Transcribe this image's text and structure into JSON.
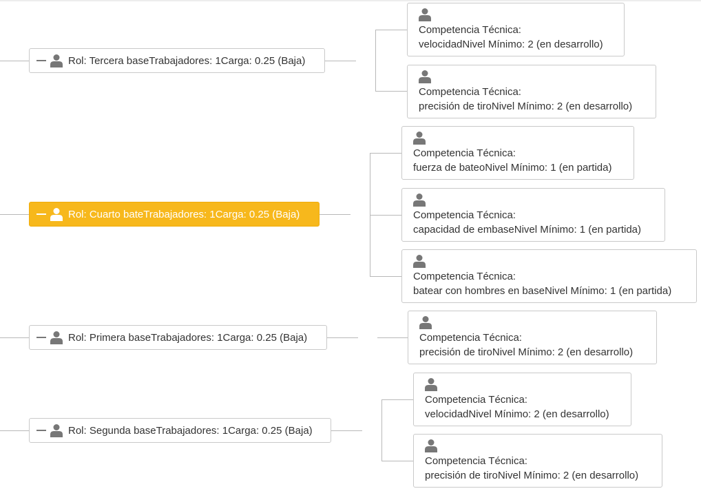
{
  "roles": [
    {
      "label": "Rol: Tercera baseTrabajadores: 1Carga: 0.25 (Baja)",
      "selected": false,
      "competencies": [
        {
          "line1": "Competencia Técnica:",
          "line2": "velocidadNivel Mínimo: 2 (en desarrollo)"
        },
        {
          "line1": "Competencia Técnica:",
          "line2": "precisión de tiroNivel Mínimo: 2 (en desarrollo)"
        }
      ]
    },
    {
      "label": "Rol: Cuarto bateTrabajadores: 1Carga: 0.25 (Baja)",
      "selected": true,
      "competencies": [
        {
          "line1": "Competencia Técnica:",
          "line2": "fuerza de bateoNivel Mínimo: 1 (en partida)"
        },
        {
          "line1": "Competencia Técnica:",
          "line2": "capacidad de embaseNivel Mínimo: 1 (en partida)"
        },
        {
          "line1": "Competencia Técnica:",
          "line2": "batear con hombres en baseNivel Mínimo: 1 (en partida)"
        }
      ]
    },
    {
      "label": "Rol: Primera baseTrabajadores: 1Carga: 0.25 (Baja)",
      "selected": false,
      "competencies": [
        {
          "line1": "Competencia Técnica:",
          "line2": "precisión de tiroNivel Mínimo: 2 (en desarrollo)"
        }
      ]
    },
    {
      "label": "Rol: Segunda baseTrabajadores: 1Carga: 0.25 (Baja)",
      "selected": false,
      "competencies": [
        {
          "line1": "Competencia Técnica:",
          "line2": "velocidadNivel Mínimo: 2 (en desarrollo)"
        },
        {
          "line1": "Competencia Técnica:",
          "line2": "precisión de tiroNivel Mínimo: 2 (en desarrollo)"
        }
      ]
    }
  ],
  "colors": {
    "selected_bg": "#f7b81c",
    "connector": "#b8b8b8",
    "icon": "#777777"
  }
}
